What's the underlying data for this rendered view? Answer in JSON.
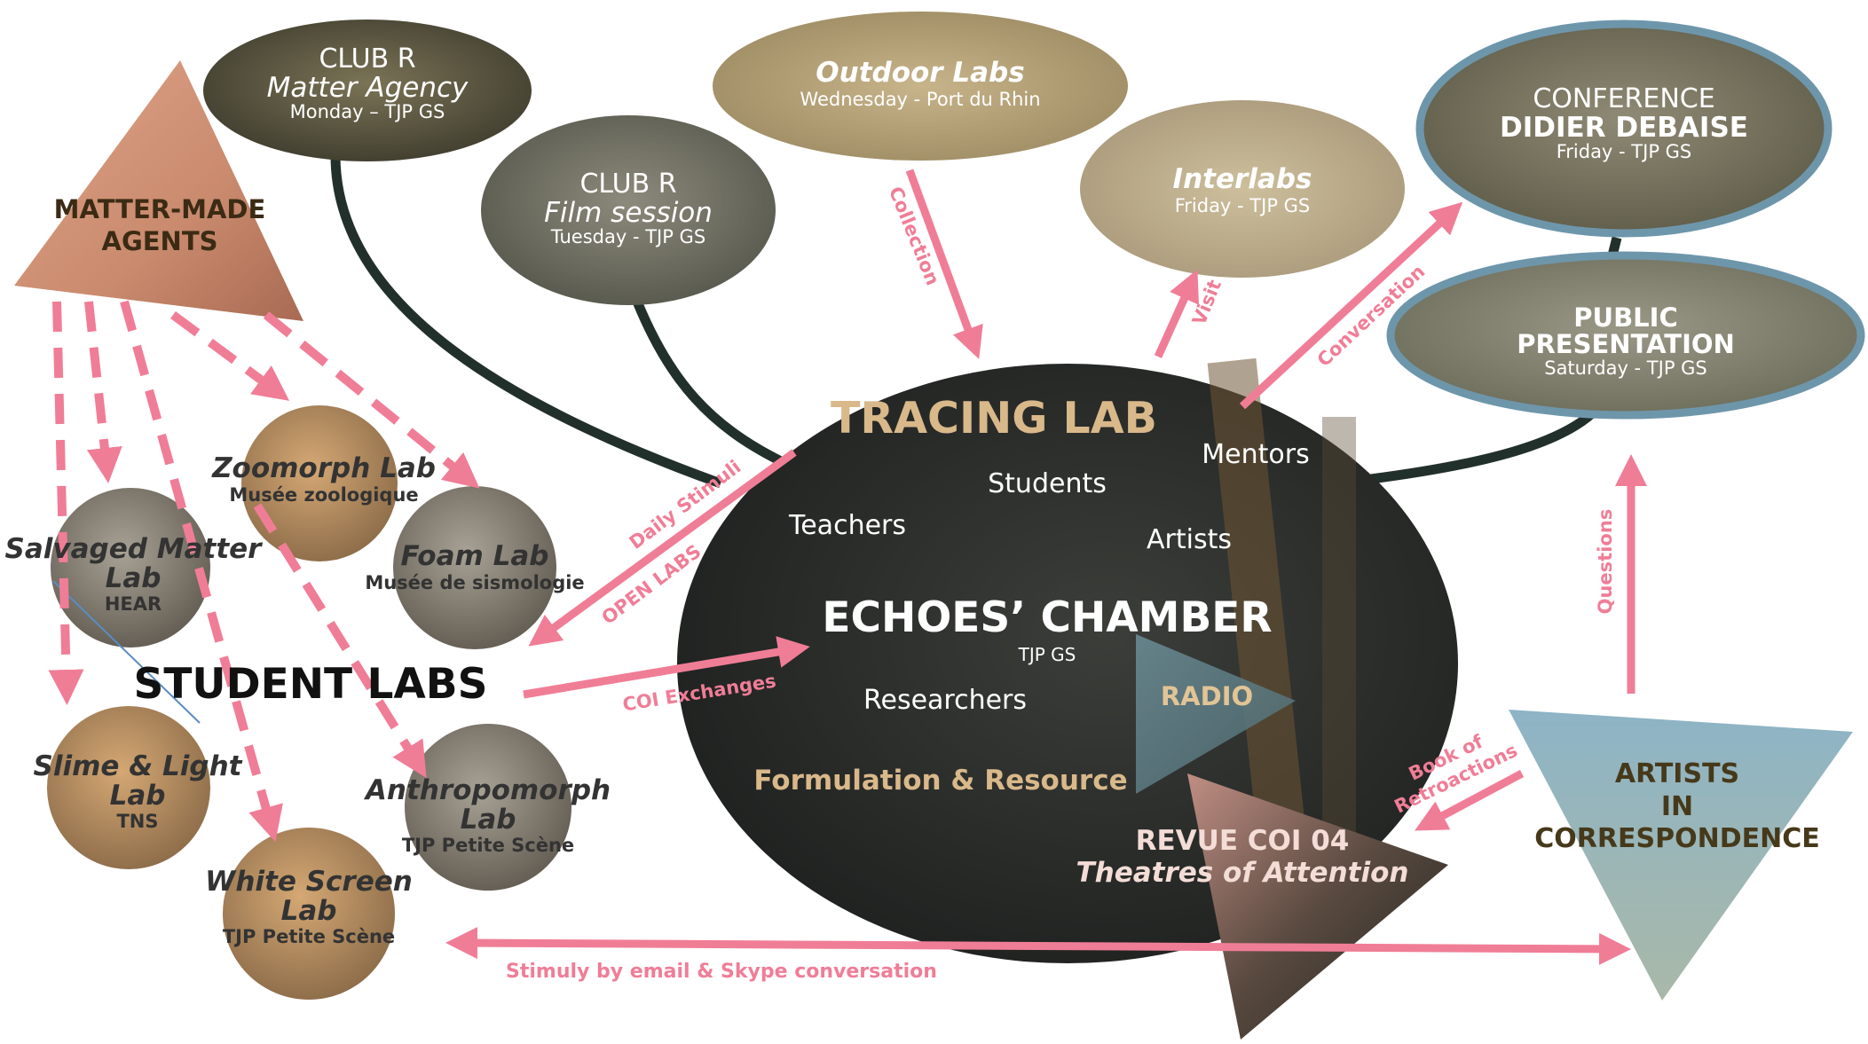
{
  "colors": {
    "pink": "#f07d96",
    "dark_line": "#22302b",
    "blue_ring": "#6e96ab",
    "tan": "#d9b88a"
  },
  "nodes": {
    "club_r_matter": {
      "line1": "CLUB R",
      "line2": "Matter Agency",
      "line3": "Monday – TJP GS"
    },
    "club_r_film": {
      "line1": "CLUB R",
      "line2": "Film session",
      "line3": "Tuesday - TJP GS"
    },
    "outdoor_labs": {
      "line1": "Outdoor Labs",
      "line2": "Wednesday - Port du Rhin"
    },
    "interlabs": {
      "line1": "Interlabs",
      "line2": "Friday - TJP GS"
    },
    "conference": {
      "line1": "CONFERENCE",
      "line2": "DIDIER DEBAISE",
      "line3": "Friday - TJP GS"
    },
    "public_presentation": {
      "line1": "PUBLIC",
      "line2": "PRESENTATION",
      "line3": "Saturday - TJP GS"
    },
    "matter_made_agents": {
      "line1": "MATTER-MADE",
      "line2": "AGENTS"
    },
    "artists_in_correspondence": {
      "line1": "ARTISTS",
      "line2": "IN",
      "line3": "CORRESPONDENCE"
    },
    "revue": {
      "line1": "REVUE COI 04",
      "line2": "Theatres of Attention"
    },
    "student_labs": "STUDENT LABS"
  },
  "tracing_lab": {
    "title": "TRACING LAB",
    "mentors": "Mentors",
    "students": "Students",
    "teachers": "Teachers",
    "artists": "Artists",
    "echoes": "ECHOES’ CHAMBER",
    "echoes_sub": "TJP GS",
    "researchers": "Researchers",
    "radio": "RADIO",
    "formulation": "Formulation & Resource"
  },
  "labs": [
    {
      "title_l1": "Zoomorph Lab",
      "title_l2": "",
      "venue": "Musée zoologique"
    },
    {
      "title_l1": "Foam Lab",
      "title_l2": "",
      "venue": "Musée de sismologie"
    },
    {
      "title_l1": "Salvaged Matter",
      "title_l2": "Lab",
      "venue": "HEAR"
    },
    {
      "title_l1": "Slime & Light",
      "title_l2": "Lab",
      "venue": "TNS"
    },
    {
      "title_l1": "Anthropomorph",
      "title_l2": "Lab",
      "venue": "TJP Petite Scène"
    },
    {
      "title_l1": "White Screen",
      "title_l2": "Lab",
      "venue": "TJP Petite Scène"
    }
  ],
  "edge_labels": {
    "collection": "Collection",
    "visit": "Visit",
    "conversation": "Conversation",
    "daily_stimuli": "Daily Stimuli",
    "open_labs": "OPEN LABS",
    "coi_exchanges": "COI Exchanges",
    "questions": "Questions",
    "book_l1": "Book of",
    "book_l2": "Retroactions",
    "stimuly": "Stimuly by email & Skype conversation"
  }
}
